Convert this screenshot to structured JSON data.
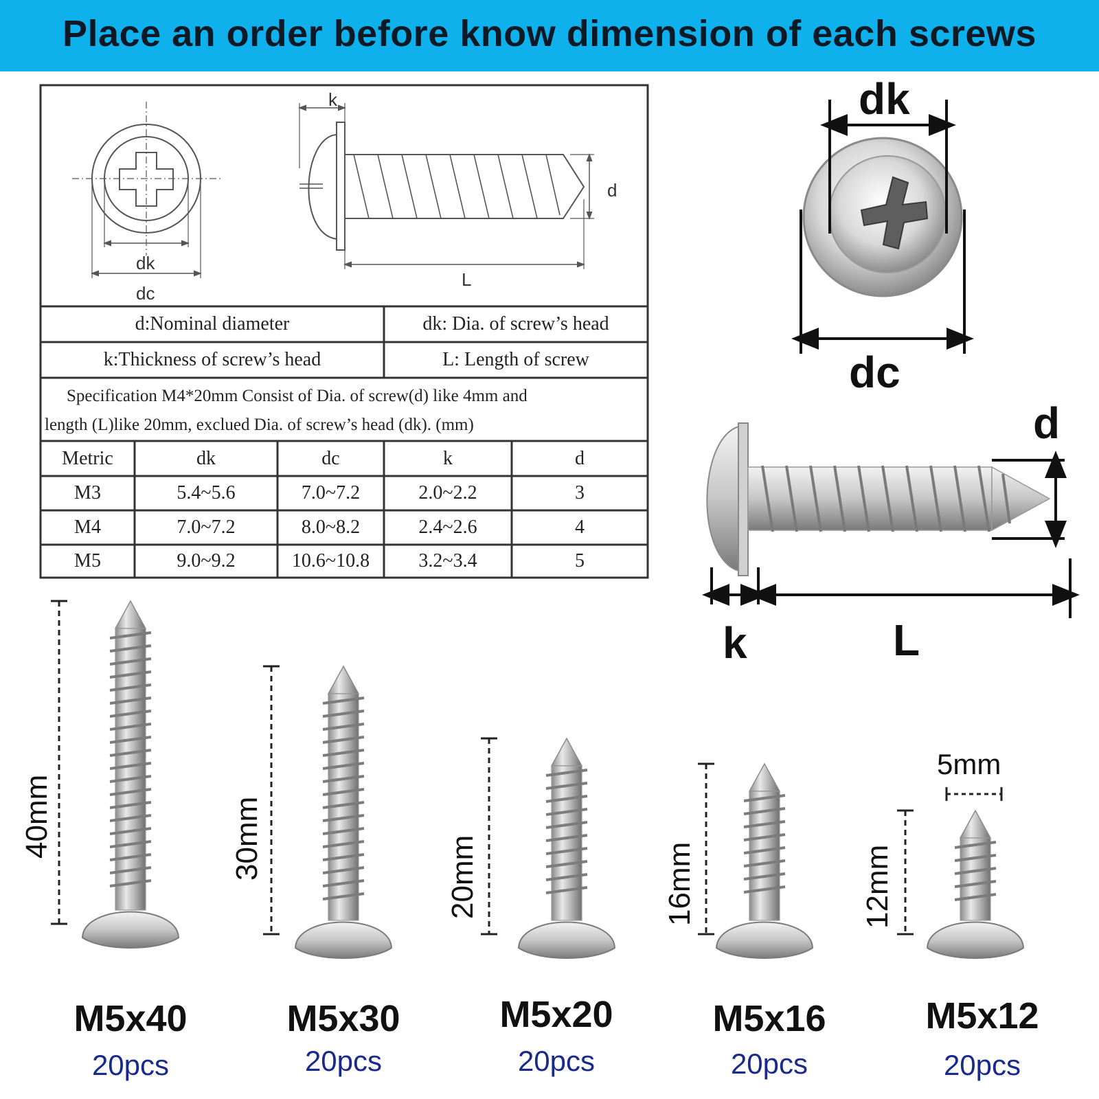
{
  "banner": {
    "title": "Place an order before know dimension of each screws"
  },
  "diagram": {
    "labels": {
      "k": "k",
      "d": "d",
      "dk": "dk",
      "dc": "dc",
      "L": "L"
    }
  },
  "definitions": {
    "d": "d:Nominal diameter",
    "dk": "dk: Dia. of screw’s head",
    "k": "k:Thickness of screw’s head",
    "L": "L: Length of screw"
  },
  "spec_note": {
    "line1": "Specification M4*20mm Consist of Dia. of screw(d) like 4mm and",
    "line2": "length (L)like 20mm, exclued Dia. of screw’s head (dk).  (mm)"
  },
  "spec_table": {
    "headers": [
      "Metric",
      "dk",
      "dc",
      "k",
      "d"
    ],
    "rows": [
      [
        "M3",
        "5.4~5.6",
        "7.0~7.2",
        "2.0~2.2",
        "3"
      ],
      [
        "M4",
        "7.0~7.2",
        "8.0~8.2",
        "2.4~2.6",
        "4"
      ],
      [
        "M5",
        "9.0~9.2",
        "10.6~10.8",
        "3.2~3.4",
        "5"
      ]
    ]
  },
  "photo_labels": {
    "dk": "dk",
    "dc": "dc",
    "d": "d",
    "k": "k",
    "L": "L"
  },
  "screws": [
    {
      "name": "M5x40",
      "qty": "20pcs",
      "length": "40mm"
    },
    {
      "name": "M5x30",
      "qty": "20pcs",
      "length": "30mm"
    },
    {
      "name": "M5x20",
      "qty": "20pcs",
      "length": "20mm"
    },
    {
      "name": "M5x16",
      "qty": "20pcs",
      "length": "16mm"
    },
    {
      "name": "M5x12",
      "qty": "20pcs",
      "length": "12mm",
      "diameter": "5mm"
    }
  ],
  "colors": {
    "banner": "#0fb1ec",
    "qty_text": "#1a2a8c"
  }
}
